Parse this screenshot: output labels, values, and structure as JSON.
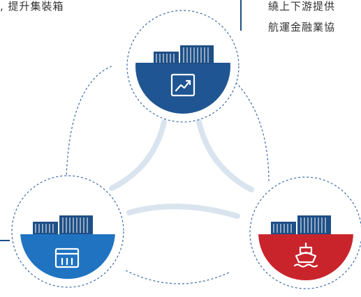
{
  "texts": {
    "top_left": ", 提升集裝箱",
    "top_right_line1": "繞上下游提供",
    "top_right_line2": "航運金融業協"
  },
  "nodes": [
    {
      "icon": "trend-chart-icon",
      "color": "#1f5592"
    },
    {
      "icon": "warehouse-icon",
      "color": "#1f73c1"
    },
    {
      "icon": "ship-icon",
      "color": "#c9242c"
    }
  ],
  "colors": {
    "border": "#1e4f86",
    "ring": "#ffffff",
    "connector": "#d9e4ef",
    "container_left": "#1e4f86",
    "container_right": "#1e4f86"
  }
}
